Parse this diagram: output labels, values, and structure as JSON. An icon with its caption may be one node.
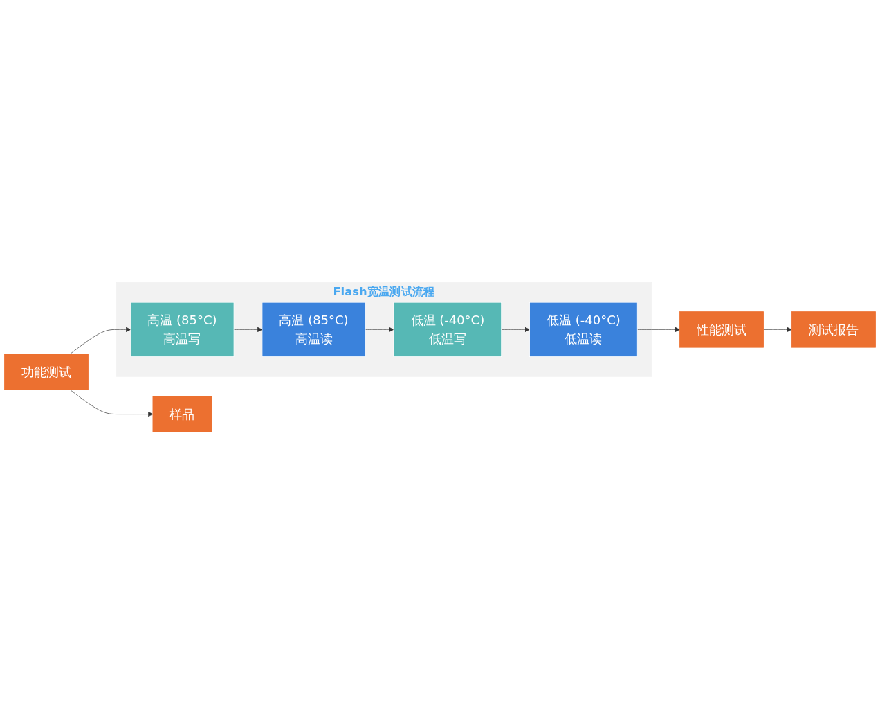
{
  "diagram": {
    "nodes": [
      {
        "text": [
          "样品"
        ]
      },
      {
        "text": [
          "功能测试"
        ]
      },
      {
        "text": [
          "性能测试"
        ]
      },
      {
        "text": [
          "测试报告"
        ]
      },
      {
        "text": [
          "Flash宽温测试流程"
        ]
      },
      {
        "text": [
          "高温 (85°C)",
          "高温写"
        ],
        "in": 4
      },
      {
        "text": [
          "高温 (85°C)",
          "高温读"
        ],
        "in": 4
      },
      {
        "text": [
          "低温 (-40°C)",
          "低温读"
        ],
        "in": 4
      },
      {
        "text": [
          "低温 (-40°C)",
          "低温写"
        ],
        "in": 4
      }
    ],
    "edges": [
      {
        "from": 1,
        "to": 0,
        "arrow": "to"
      },
      {
        "from": 1,
        "to": 5,
        "arrow": "to"
      },
      {
        "from": 5,
        "to": 6,
        "arrow": "to"
      },
      {
        "from": 6,
        "to": 8,
        "arrow": "to"
      },
      {
        "from": 8,
        "to": 7,
        "arrow": "to"
      },
      {
        "from": 7,
        "to": 2,
        "arrow": "to"
      },
      {
        "from": 2,
        "to": 3,
        "arrow": "to"
      }
    ]
  }
}
